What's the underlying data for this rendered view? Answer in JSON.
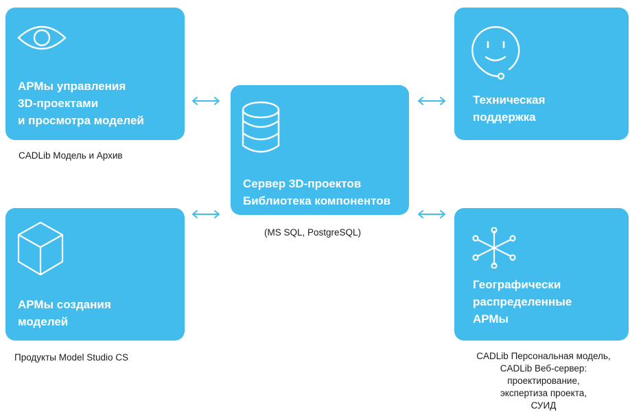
{
  "nodes": {
    "arm_view": {
      "title": "АРМы управления\n3D-проектами\nи просмотра моделей",
      "icon": "eye-icon",
      "caption": "CADLib Модель и Архив"
    },
    "arm_create": {
      "title": "АРМы создания\nмоделей",
      "icon": "cube-icon",
      "caption": "Продукты Model Studio CS"
    },
    "server": {
      "title": "Сервер 3D-проектов\nБиблиотека компонентов",
      "icon": "database-icon",
      "caption": "(MS SQL, PostgreSQL)"
    },
    "support": {
      "title": "Техническая\nподдержка",
      "icon": "headset-smile-icon"
    },
    "distributed": {
      "title": "Географически\nраспределенные\nАРМы",
      "icon": "network-hub-icon",
      "caption": "CADLib Персональная модель,\nCADLib Веб-сервер:\nпроектирование,\nэкспертиза проекта,\nСУИД"
    }
  },
  "colors": {
    "card": "#41bcec",
    "arrow": "#41bcec",
    "text_on_card": "#ffffff"
  }
}
